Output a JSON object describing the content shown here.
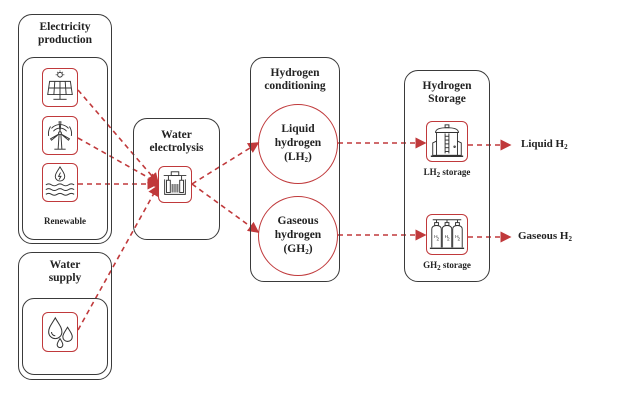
{
  "colors": {
    "accent": "#c0393b",
    "border": "#3a3a3a",
    "text": "#222222"
  },
  "electricity": {
    "title_line1": "Electricity",
    "title_line2": "production",
    "inner_label": "Renewable",
    "sources": [
      {
        "name": "solar",
        "icon": "solar-panel-icon"
      },
      {
        "name": "wind",
        "icon": "wind-turbine-icon"
      },
      {
        "name": "hydro",
        "icon": "hydropower-icon"
      }
    ]
  },
  "water_supply": {
    "title_line1": "Water",
    "title_line2": "supply",
    "icon": "water-drops-icon"
  },
  "electrolysis": {
    "title_line1": "Water",
    "title_line2": "electrolysis",
    "icon": "electrolyzer-icon"
  },
  "conditioning": {
    "title_line1": "Hydrogen",
    "title_line2": "conditioning",
    "liquid": {
      "line1": "Liquid",
      "line2": "hydrogen",
      "abbr_prefix": "(LH",
      "abbr_sub": "2",
      "abbr_suffix": ")"
    },
    "gaseous": {
      "line1": "Gaseous",
      "line2": "hydrogen",
      "abbr_prefix": "(GH",
      "abbr_sub": "2",
      "abbr_suffix": ")"
    }
  },
  "storage": {
    "title_line1": "Hydrogen",
    "title_line2": "Storage",
    "lh2": {
      "prefix": "LH",
      "sub": "2",
      "suffix": " storage",
      "icon": "liquid-tank-icon"
    },
    "gh2": {
      "prefix": "GH",
      "sub": "2",
      "suffix": " storage",
      "icon": "gas-cylinders-icon"
    }
  },
  "outputs": {
    "liquid": {
      "prefix": "Liquid H",
      "sub": "2"
    },
    "gaseous": {
      "prefix": "Gaseous H",
      "sub": "2"
    }
  }
}
